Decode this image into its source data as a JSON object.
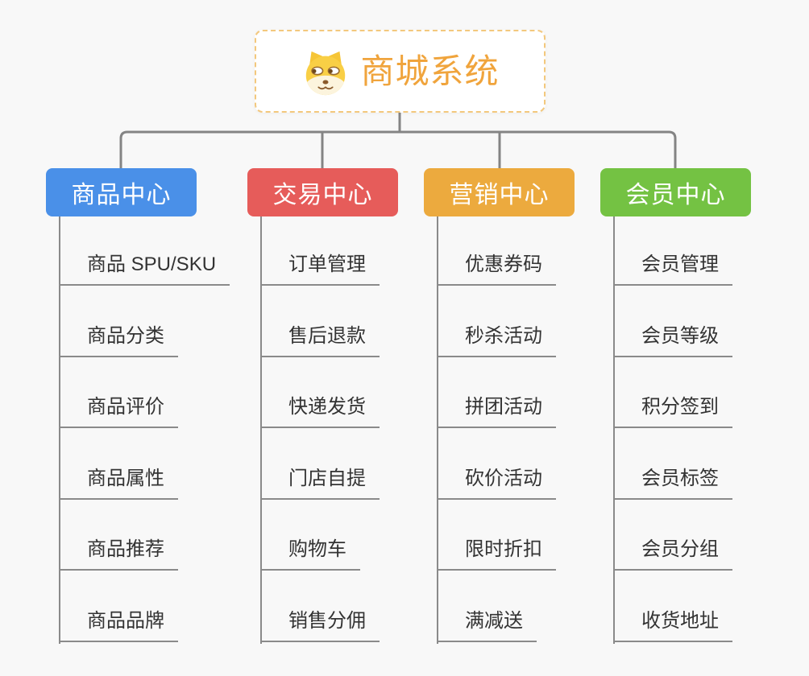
{
  "root": {
    "title": "商城系统",
    "icon": "dog-face-icon",
    "title_color": "#f0a43c",
    "border_color": "#f3c87d"
  },
  "branches": [
    {
      "label": "商品中心",
      "color": "#4a90e8",
      "items": [
        "商品 SPU/SKU",
        "商品分类",
        "商品评价",
        "商品属性",
        "商品推荐",
        "商品品牌"
      ]
    },
    {
      "label": "交易中心",
      "color": "#e65c5a",
      "items": [
        "订单管理",
        "售后退款",
        "快递发货",
        "门店自提",
        "购物车",
        "销售分佣"
      ]
    },
    {
      "label": "营销中心",
      "color": "#ecaa3e",
      "items": [
        "优惠券码",
        "秒杀活动",
        "拼团活动",
        "砍价活动",
        "限时折扣",
        "满减送"
      ]
    },
    {
      "label": "会员中心",
      "color": "#74c243",
      "items": [
        "会员管理",
        "会员等级",
        "积分签到",
        "会员标签",
        "会员分组",
        "收货地址"
      ]
    }
  ],
  "colors": {
    "background": "#f8f8f8",
    "connector": "#848484",
    "item_text": "#333333",
    "item_underline": "#8a8a8a"
  }
}
